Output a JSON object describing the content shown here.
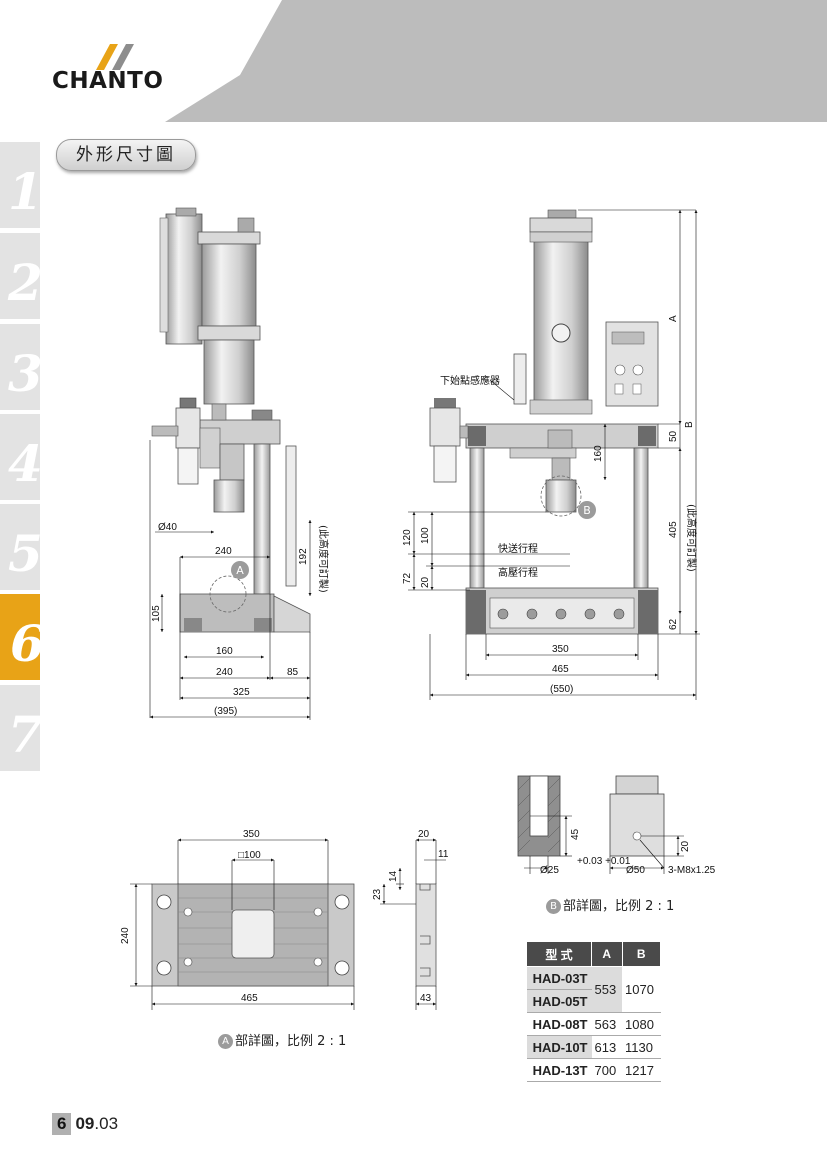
{
  "brand": {
    "name": "CHANTO"
  },
  "section_title": "外形尺寸圖",
  "chapter_tabs": [
    "1",
    "2",
    "3",
    "4",
    "5",
    "6",
    "7"
  ],
  "active_chapter": "6",
  "side_view": {
    "dims": {
      "rod_dia": "Ø40",
      "w240_upper": "240",
      "h105": "105",
      "h192": "192",
      "adjustable": "(此高度可訂製)",
      "w160": "160",
      "w240": "240",
      "w85": "85",
      "w325": "325",
      "w395": "(395)"
    },
    "detail_marker": "A"
  },
  "front_view": {
    "labels": {
      "bottom_sensor": "下始點感應器",
      "fast_stroke": "快送行程",
      "press_stroke": "高壓行程",
      "adjustable": "(此高度可訂製)"
    },
    "dims": {
      "A": "A",
      "B": "B",
      "h50": "50",
      "h160": "160",
      "h405": "405",
      "h62": "62",
      "h120": "120",
      "h100": "100",
      "h72": "72",
      "h20": "20",
      "w350": "350",
      "w465": "465",
      "w550": "(550)"
    },
    "detail_marker": "B"
  },
  "detail_a": {
    "dims": {
      "w350": "350",
      "sq100": "□100",
      "h240": "240",
      "w465": "465",
      "w20": "20",
      "w11": "11",
      "h14": "14",
      "h23": "23",
      "w43": "43"
    },
    "caption_marker": "A",
    "caption": "部詳圖，比例 2 : 1"
  },
  "detail_b": {
    "dims": {
      "h45": "45",
      "d25": "Ø25",
      "tol": "+0.03\n+0.01",
      "h20": "20",
      "d50": "Ø50",
      "thread": "3-M8x1.25"
    },
    "caption_marker": "B",
    "caption": "部詳圖，比例 2 : 1"
  },
  "spec_table": {
    "headers": [
      "型 式",
      "A",
      "B"
    ],
    "rows": [
      {
        "model": "HAD-03T",
        "A": "553",
        "B": "1070"
      },
      {
        "model": "HAD-05T",
        "A": "",
        "B": ""
      },
      {
        "model": "HAD-08T",
        "A": "563",
        "B": "1080"
      },
      {
        "model": "HAD-10T",
        "A": "613",
        "B": "1130"
      },
      {
        "model": "HAD-13T",
        "A": "700",
        "B": "1217"
      }
    ]
  },
  "footer": {
    "page_num": "6",
    "date_bold": "09",
    "date_rest": ".03"
  },
  "colors": {
    "header_gray": "#bcbcbc",
    "accent_orange": "#e8a317",
    "metal_light": "#e6e6e6",
    "metal_mid": "#b5b5b5",
    "metal_dark": "#6b6b6b"
  }
}
